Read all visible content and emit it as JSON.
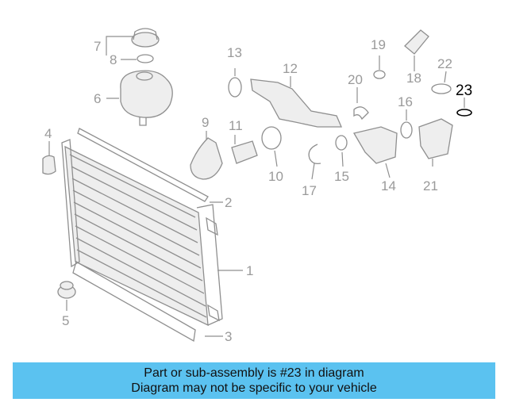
{
  "diagram": {
    "callouts": {
      "c1": "1",
      "c2": "2",
      "c3": "3",
      "c4": "4",
      "c5": "5",
      "c6": "6",
      "c7": "7",
      "c8": "8",
      "c9": "9",
      "c10": "10",
      "c11": "11",
      "c12": "12",
      "c13": "13",
      "c14": "14",
      "c15": "15",
      "c16": "16",
      "c17": "17",
      "c18": "18",
      "c19": "19",
      "c20": "20",
      "c21": "21",
      "c22": "22",
      "c23": "23"
    },
    "highlighted_part": "23"
  },
  "banner": {
    "line1": "Part or sub-assembly is #23 in diagram",
    "line2": "Diagram may not be specific to your vehicle"
  },
  "colors": {
    "banner_bg": "#5bc2f0",
    "line_art": "#8f8f8f",
    "highlight": "#000000"
  }
}
